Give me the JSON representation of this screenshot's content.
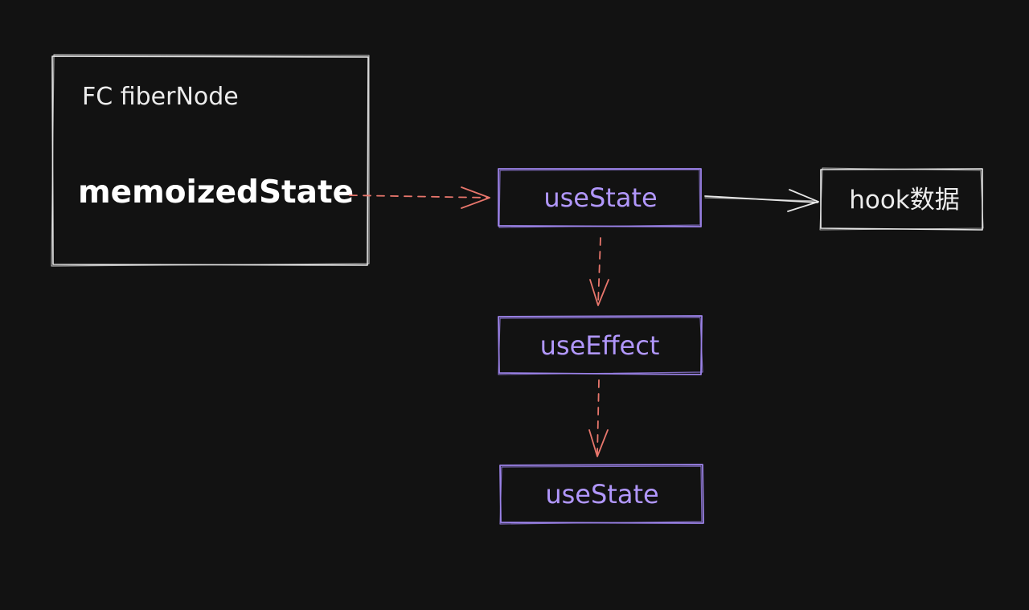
{
  "colors": {
    "background": "#121212",
    "white_stroke": "#e6e6e6",
    "hook_stroke": "#9b82e8",
    "hook_text": "#b197fc",
    "dashed_arrow": "#e8766c"
  },
  "fiber_node": {
    "title": "FC fiberNode",
    "field": "memoizedState"
  },
  "hooks": [
    {
      "label": "useState"
    },
    {
      "label": "useEffect"
    },
    {
      "label": "useState"
    }
  ],
  "hook_data": {
    "label": "hook数据"
  }
}
